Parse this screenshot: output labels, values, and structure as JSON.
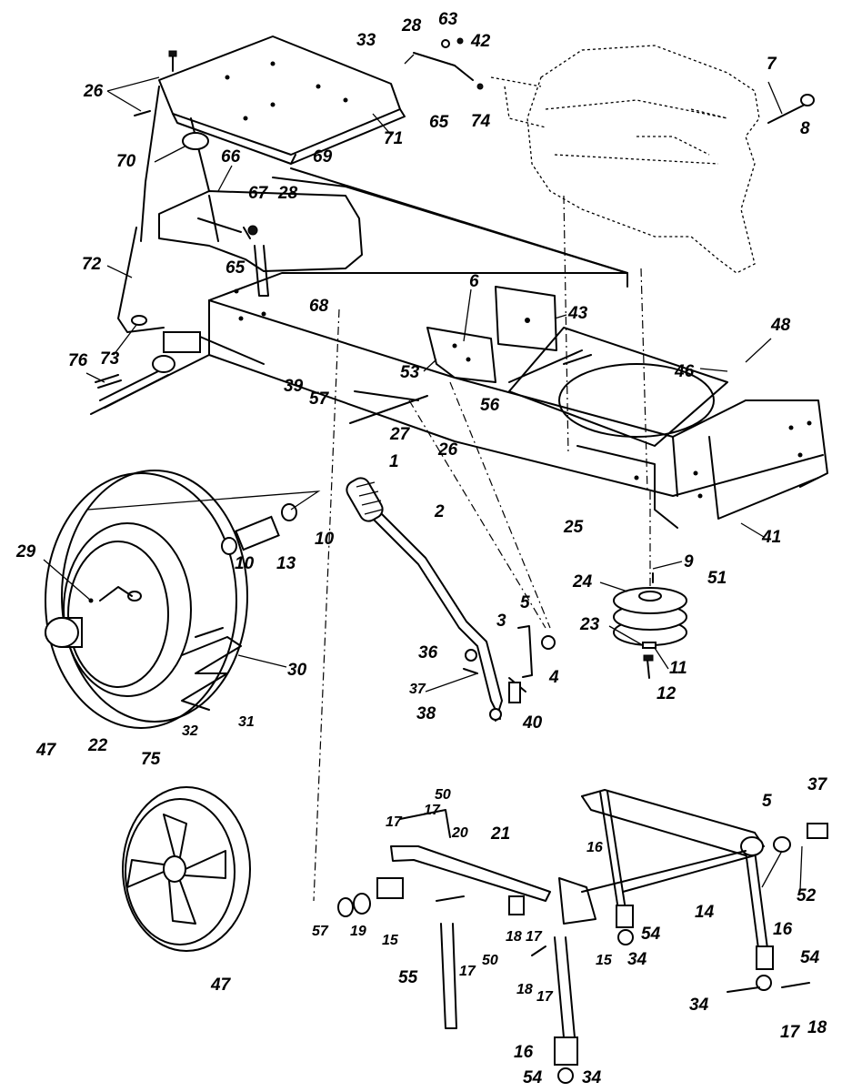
{
  "callouts": {
    "c1": "1",
    "c2": "2",
    "c3": "3",
    "c4": "4",
    "c5a": "5",
    "c5b": "5",
    "c6": "6",
    "c7": "7",
    "c8": "8",
    "c9": "9",
    "c10a": "10",
    "c10b": "10",
    "c11": "11",
    "c12": "12",
    "c13": "13",
    "c14": "14",
    "c15a": "15",
    "c15b": "15",
    "c16a": "16",
    "c16b": "16",
    "c16c": "16",
    "c17a": "17",
    "c17b": "17",
    "c17c": "17",
    "c17d": "17",
    "c17e": "17",
    "c17f": "17",
    "c18a": "18",
    "c18b": "18",
    "c18c": "18",
    "c19": "19",
    "c20": "20",
    "c21": "21",
    "c22": "22",
    "c23": "23",
    "c24": "24",
    "c25": "25",
    "c26a": "26",
    "c26b": "26",
    "c27": "27",
    "c28a": "28",
    "c28b": "28",
    "c29": "29",
    "c30": "30",
    "c31": "31",
    "c32": "32",
    "c33": "33",
    "c34a": "34",
    "c34b": "34",
    "c34c": "34",
    "c36": "36",
    "c37a": "37",
    "c37b": "37",
    "c38": "38",
    "c39": "39",
    "c40": "40",
    "c41": "41",
    "c42": "42",
    "c43": "43",
    "c46": "46",
    "c47a": "47",
    "c47b": "47",
    "c48": "48",
    "c50a": "50",
    "c50b": "50",
    "c51": "51",
    "c52": "52",
    "c53": "53",
    "c54a": "54",
    "c54b": "54",
    "c54c": "54",
    "c55": "55",
    "c56": "56",
    "c57a": "57",
    "c57b": "57",
    "c63": "63",
    "c65a": "65",
    "c65b": "65",
    "c66": "66",
    "c67": "67",
    "c68": "68",
    "c69": "69",
    "c70": "70",
    "c71": "71",
    "c72": "72",
    "c73": "73",
    "c74": "74",
    "c75": "75",
    "c76": "76"
  },
  "colors": {
    "ink": "#000000",
    "paper": "#ffffff"
  }
}
